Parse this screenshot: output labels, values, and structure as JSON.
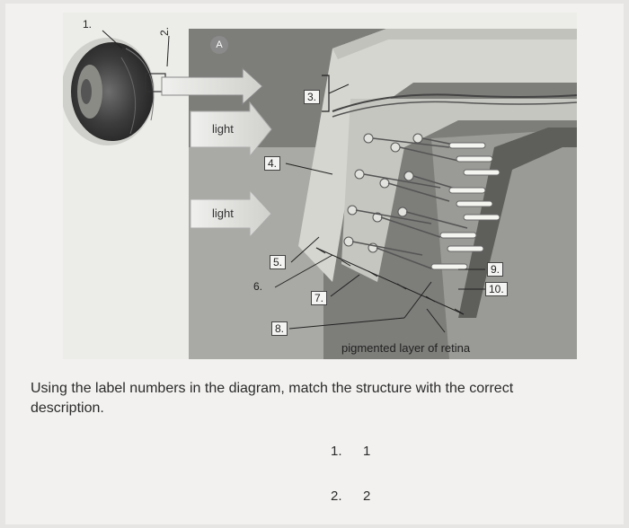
{
  "diagram": {
    "badge": "A",
    "labels": {
      "l1": "1.",
      "l2": "2.",
      "l3": "3.",
      "l4": "4.",
      "l5": "5.",
      "l6": "6.",
      "l7": "7.",
      "l8": "8.",
      "l9": "9.",
      "l10": "10."
    },
    "light_top": "light",
    "light_bottom": "light",
    "pigmented": "pigmented layer of retina"
  },
  "question": {
    "text": "Using the label numbers in the diagram, match the structure with the correct description."
  },
  "answers": [
    {
      "num": "1.",
      "value": "1"
    },
    {
      "num": "2.",
      "value": "2"
    }
  ]
}
